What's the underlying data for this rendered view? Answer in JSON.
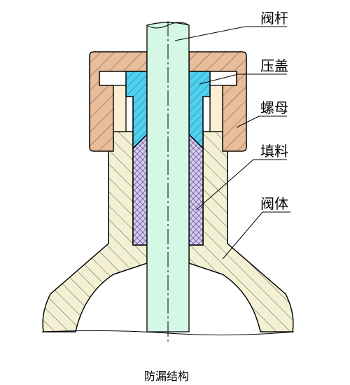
{
  "labels": {
    "stem": "阀杆",
    "gland": "压盖",
    "nut": "螺母",
    "packing": "填料",
    "body": "阀体"
  },
  "caption": "防漏结构",
  "colors": {
    "stem": "#d4f7e6",
    "gland": "#4fd1ee",
    "nut": "#e9bd9a",
    "nut_inner": "#fbeed3",
    "packing": "#d7cdf1",
    "body": "#f4f0d4",
    "centerline": "#000000"
  }
}
